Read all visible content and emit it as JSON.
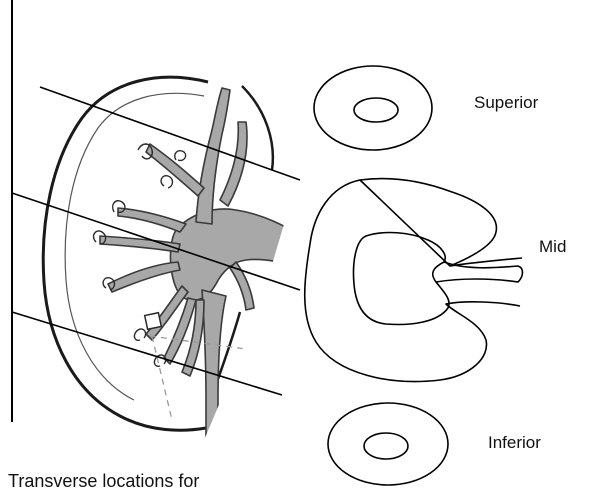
{
  "labels": {
    "superior": "Superior",
    "mid": "Mid",
    "inferior": "Inferior",
    "caption": "Transverse locations for"
  },
  "icons": {
    "kidney": "kidney-coronal-sketch-icon",
    "superior_cross_section": "ring-cross-section-icon",
    "mid_cross_section": "hilum-cross-section-icon",
    "inferior_cross_section": "ring-cross-section-icon"
  },
  "colors": {
    "line": "#000000",
    "collecting_system": "#a8a8a8",
    "collecting_outline": "#3a3a3a",
    "background": "#ffffff"
  }
}
